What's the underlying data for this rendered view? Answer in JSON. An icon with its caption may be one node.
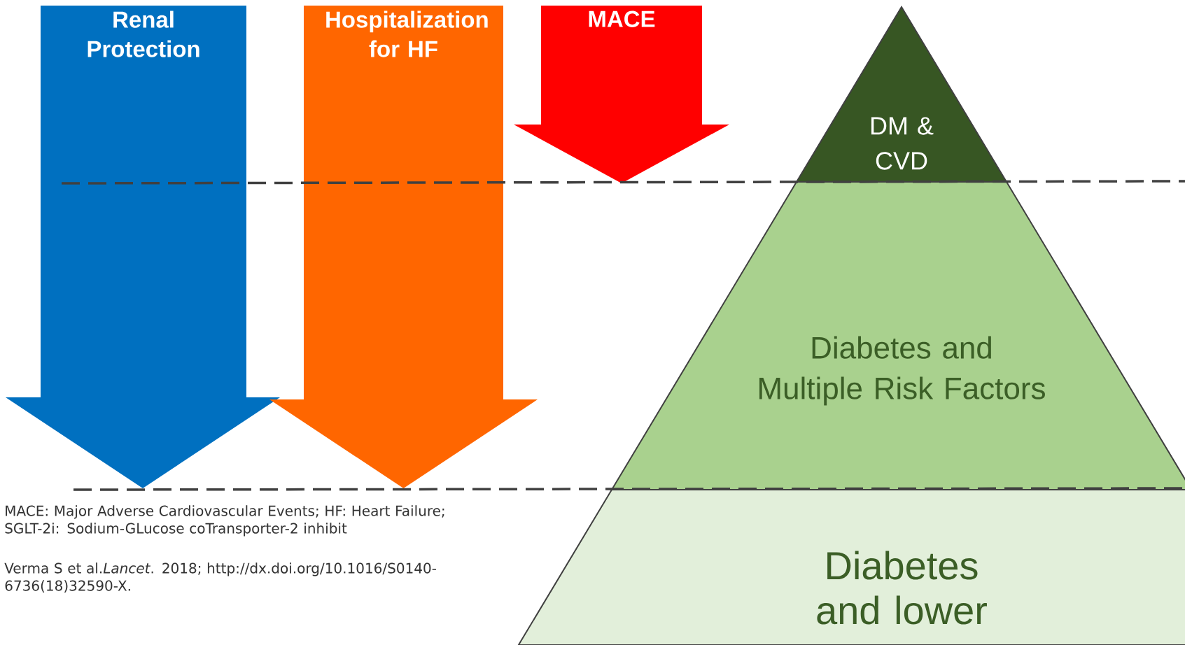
{
  "diagram": {
    "nodes": [
      {
        "text": [
          "Renal Protection"
        ]
      },
      {
        "text": [
          "Hospitalization for HF"
        ]
      },
      {
        "text": [
          "MACE"
        ]
      },
      {
        "text": [
          "DM & CVD"
        ]
      },
      {
        "text": [
          "Diabetes and Multiple Risk Factors"
        ]
      },
      {
        "text": [
          "Diabetes and lower"
        ]
      }
    ],
    "labels": [
      "MACE: Major Adverse Cardiovascular Events; HF: Heart Failure; SGLT-2i: Sodium-GLucose coTransporter-2 inhibit",
      "Verma S et al.*Lancet*. 2018; http://dx.doi.org/10.1016/S0140-6736(18)32590-X."
    ]
  }
}
